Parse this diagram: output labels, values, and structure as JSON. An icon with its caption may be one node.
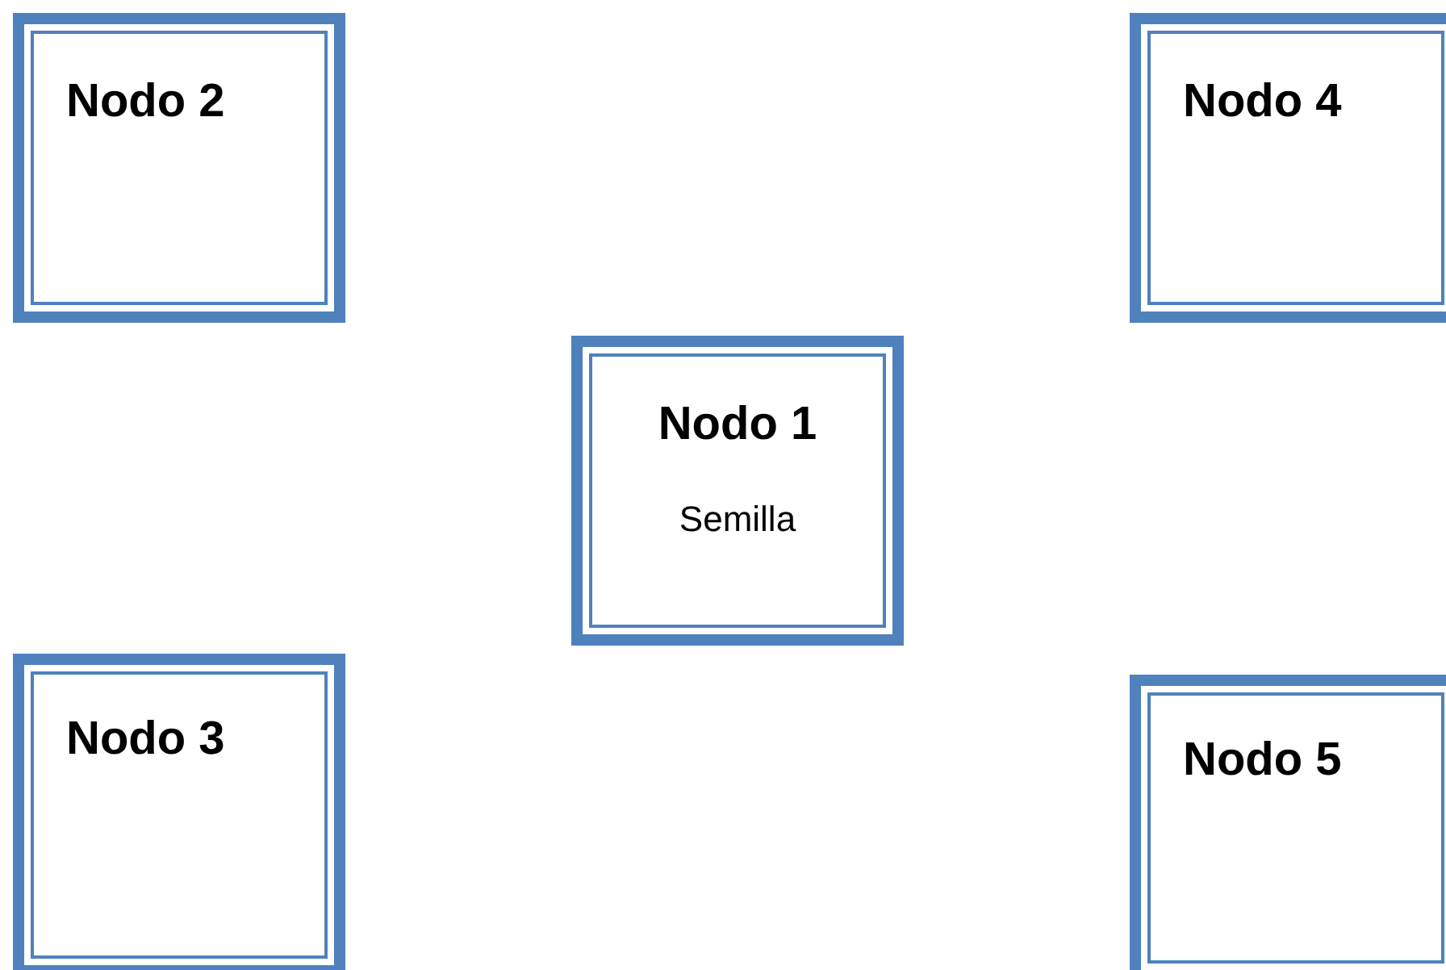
{
  "diagram": {
    "nodes": [
      {
        "text": [
          "Nodo 2"
        ]
      },
      {
        "text": [
          "Nodo 4"
        ]
      },
      {
        "text": [
          "Nodo 1",
          "Semilla"
        ]
      },
      {
        "text": [
          "Nodo 3"
        ]
      },
      {
        "text": [
          "Nodo 5"
        ]
      }
    ]
  }
}
